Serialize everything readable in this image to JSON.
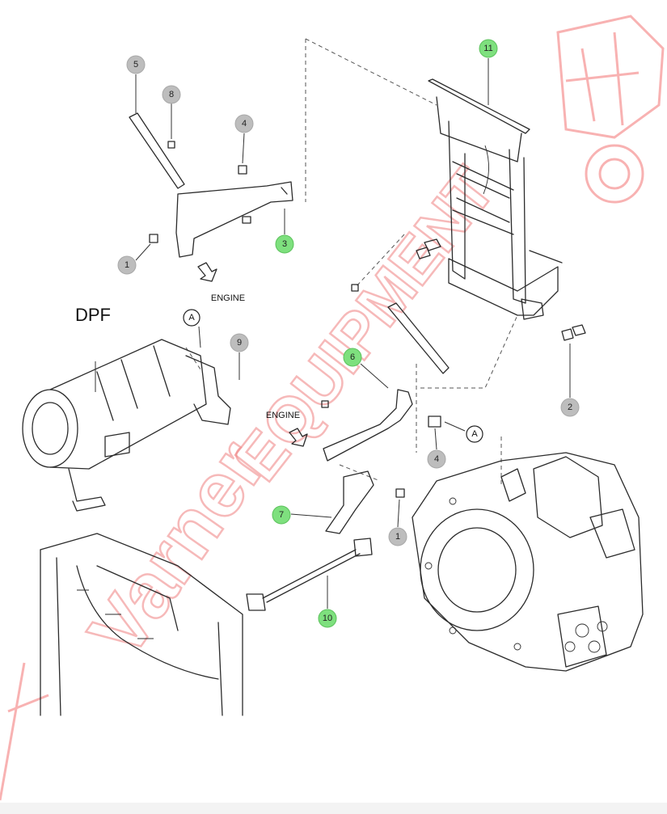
{
  "labels": {
    "dpf": "DPF",
    "engine_top": "ENGINE",
    "engine_mid": "ENGINE",
    "ref_a_top": "A",
    "ref_a_mid": "A"
  },
  "callouts": [
    {
      "id": "c5",
      "number": "5",
      "highlighted": false
    },
    {
      "id": "c8",
      "number": "8",
      "highlighted": false
    },
    {
      "id": "c4a",
      "number": "4",
      "highlighted": false
    },
    {
      "id": "c3",
      "number": "3",
      "highlighted": true
    },
    {
      "id": "c1a",
      "number": "1",
      "highlighted": false
    },
    {
      "id": "c11",
      "number": "11",
      "highlighted": true
    },
    {
      "id": "c9",
      "number": "9",
      "highlighted": false
    },
    {
      "id": "c6",
      "number": "6",
      "highlighted": true
    },
    {
      "id": "c2",
      "number": "2",
      "highlighted": false
    },
    {
      "id": "c4b",
      "number": "4",
      "highlighted": false
    },
    {
      "id": "c7",
      "number": "7",
      "highlighted": true
    },
    {
      "id": "c1b",
      "number": "1",
      "highlighted": false
    },
    {
      "id": "c10",
      "number": "10",
      "highlighted": true
    }
  ],
  "colors": {
    "highlight": "#7ee07e",
    "normal": "#bdbdbd",
    "watermark": "#f08080"
  }
}
